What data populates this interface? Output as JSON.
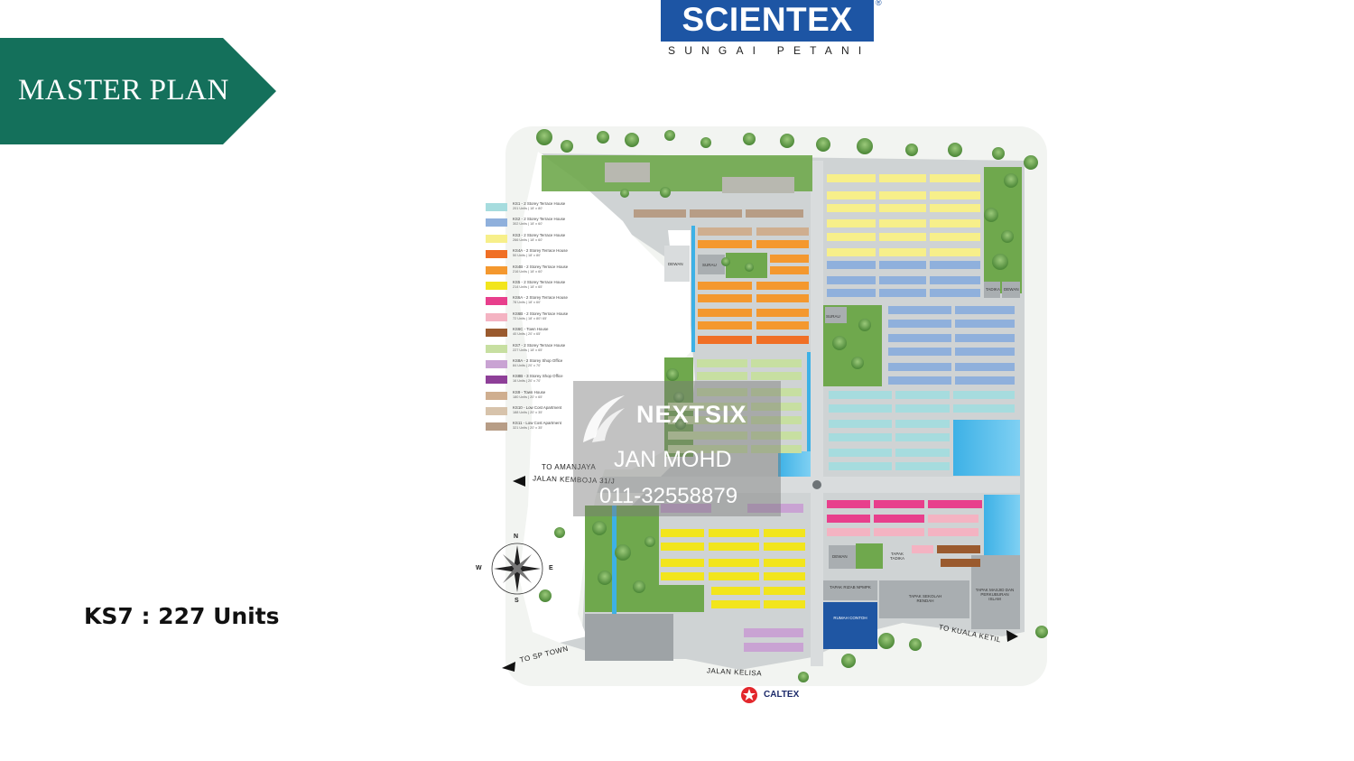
{
  "banner": {
    "title": "MASTER PLAN",
    "color": "#14705b"
  },
  "logo": {
    "brand": "SCIENTEX",
    "registered": "®",
    "sub": "SUNGAI PETANI",
    "color": "#1d55a4"
  },
  "units_label": "KS7 : 227 Units",
  "legend": [
    {
      "code": "KS1 - 2 Storey Terrace House",
      "detail": "201 Units | 18' x 80'",
      "color": "#a6dcde"
    },
    {
      "code": "KS2 - 2 Storey Terrace House",
      "detail": "302 Units | 18' x 60'",
      "color": "#8fb0dc"
    },
    {
      "code": "KS3 - 2 Storey Terrace House",
      "detail": "266 Units | 18' x 60'",
      "color": "#f7ef8a"
    },
    {
      "code": "KS4A - 2 Storey Terrace House",
      "detail": "50 Units | 18' x 80'",
      "color": "#f06f25"
    },
    {
      "code": "KS4B - 2 Storey Terrace House",
      "detail": "216 Units | 18' x 60'",
      "color": "#f4982e"
    },
    {
      "code": "KS5 - 2 Storey Terrace House",
      "detail": "214 Units | 18' x 65'",
      "color": "#f2e51c"
    },
    {
      "code": "KS6A - 2 Storey Terrace House",
      "detail": "78 Units | 18' x 60'",
      "color": "#e83f8c"
    },
    {
      "code": "KS6B - 2 Storey Terrace House",
      "detail": "72 Units | 18' x 80'/ 65'",
      "color": "#f4b3c2"
    },
    {
      "code": "KS6C - Town House",
      "detail": "40 Units | 20' x 65'",
      "color": "#9a5a2e"
    },
    {
      "code": "KS7 - 2 Storey Terrace House",
      "detail": "227 Units | 18' x 65'",
      "color": "#c7dfa1"
    },
    {
      "code": "KS8A - 2 Storey Shop Office",
      "detail": "84 Units | 20' x 70'",
      "color": "#c9a3d3"
    },
    {
      "code": "KS8B - 3 Storey Shop Office",
      "detail": "16 Units | 20' x 70'",
      "color": "#8e3f98"
    },
    {
      "code": "KS9 - Town House",
      "detail": "180 Units | 20' x 65'",
      "color": "#cfae8f"
    },
    {
      "code": "KS10 - Low Cost Apartment",
      "detail": "188 Units | 20' x 35'",
      "color": "#d7c3ab"
    },
    {
      "code": "KS11 - Low Cost Apartment",
      "detail": "321 Units | 20' x 35'",
      "color": "#b79d86"
    }
  ],
  "map_labels": {
    "dewan_1": "DEWAN",
    "surau_1": "SURAU",
    "surau_2": "SURAU",
    "tadika_1": "TADIKA",
    "dewan_2": "DEWAN",
    "dewan_3": "DEWAN",
    "tapak_tadika": "TAPAK TADIKA",
    "tapak_rizab": "TAPAK RIZAB NPMPK",
    "tapak_sekolah": "TAPAK SEKOLAH RENDAH",
    "tapak_masjid": "TAPAK MASJID DAN PERKUBURAN ISLAM",
    "rumah_contoh": "RUMAH CONTOH"
  },
  "roads": {
    "amanjaya": "TO AMANJAYA",
    "kemboja": "JALAN KEMBOJA 31/J",
    "sp_town": "TO SP TOWN",
    "kuala_ketil": "TO KUALA KETIL",
    "kelisa": "JALAN KELISA"
  },
  "compass": {
    "n": "N",
    "s": "S",
    "e": "E",
    "w": "W"
  },
  "watermark": {
    "brand": "NEXTSIX",
    "name": "JAN MOHD",
    "phone": "011-32558879"
  },
  "caltex": "CALTEX"
}
